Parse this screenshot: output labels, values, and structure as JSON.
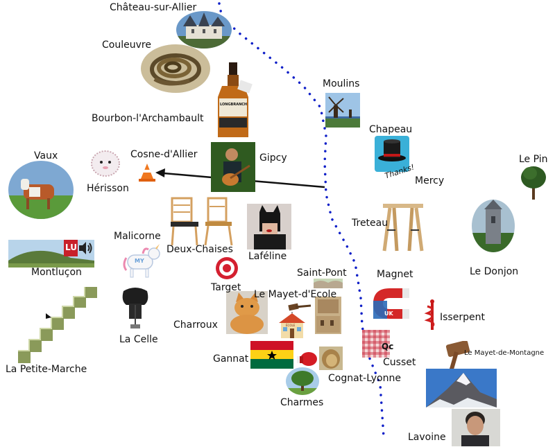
{
  "labels": {
    "chateau_sur_allier": "Château-sur-Allier",
    "couleuvre": "Couleuvre",
    "bourbon_l_archambault": "Bourbon-l'Archambault",
    "moulins": "Moulins",
    "chapeau": "Chapeau",
    "mercy": "Mercy",
    "le_pin": "Le Pin",
    "vaux": "Vaux",
    "cosne_d_allier": "Cosne-d'Allier",
    "gipcy": "Gipcy",
    "herisson": "Hérisson",
    "treteau": "Treteau",
    "le_donjon": "Le Donjon",
    "malicorne": "Malicorne",
    "deux_chaises": "Deux-Chaises",
    "lafeline": "Laféline",
    "montlucon": "Montluçon",
    "target": "Target",
    "saint_pont": "Saint-Pont",
    "magnet": "Magnet",
    "le_mayet_d_ecole": "Le Mayet-d'Ecole",
    "isserpent": "Isserpent",
    "charroux": "Charroux",
    "la_celle": "La Celle",
    "le_mayet_de_montagne": "Le Mayet-de-Montagne",
    "gannat": "Gannat",
    "cusset": "Cusset",
    "la_petite_marche": "La Petite-Marche",
    "cognat_lyonne": "Cognat-Lyonne",
    "charmes": "Charmes",
    "lavoine": "Lavoine"
  },
  "picture_text": {
    "bottle_label": "LONGBRANCH",
    "hat_text": "Thanks!",
    "uk_magnet": "UK",
    "lu_logo": "LU",
    "my_pony": "MY",
    "qc": "Qc",
    "school_sign": "ÉCOLE"
  },
  "colors": {
    "river": "#1020c8",
    "arrow": "#111111"
  }
}
